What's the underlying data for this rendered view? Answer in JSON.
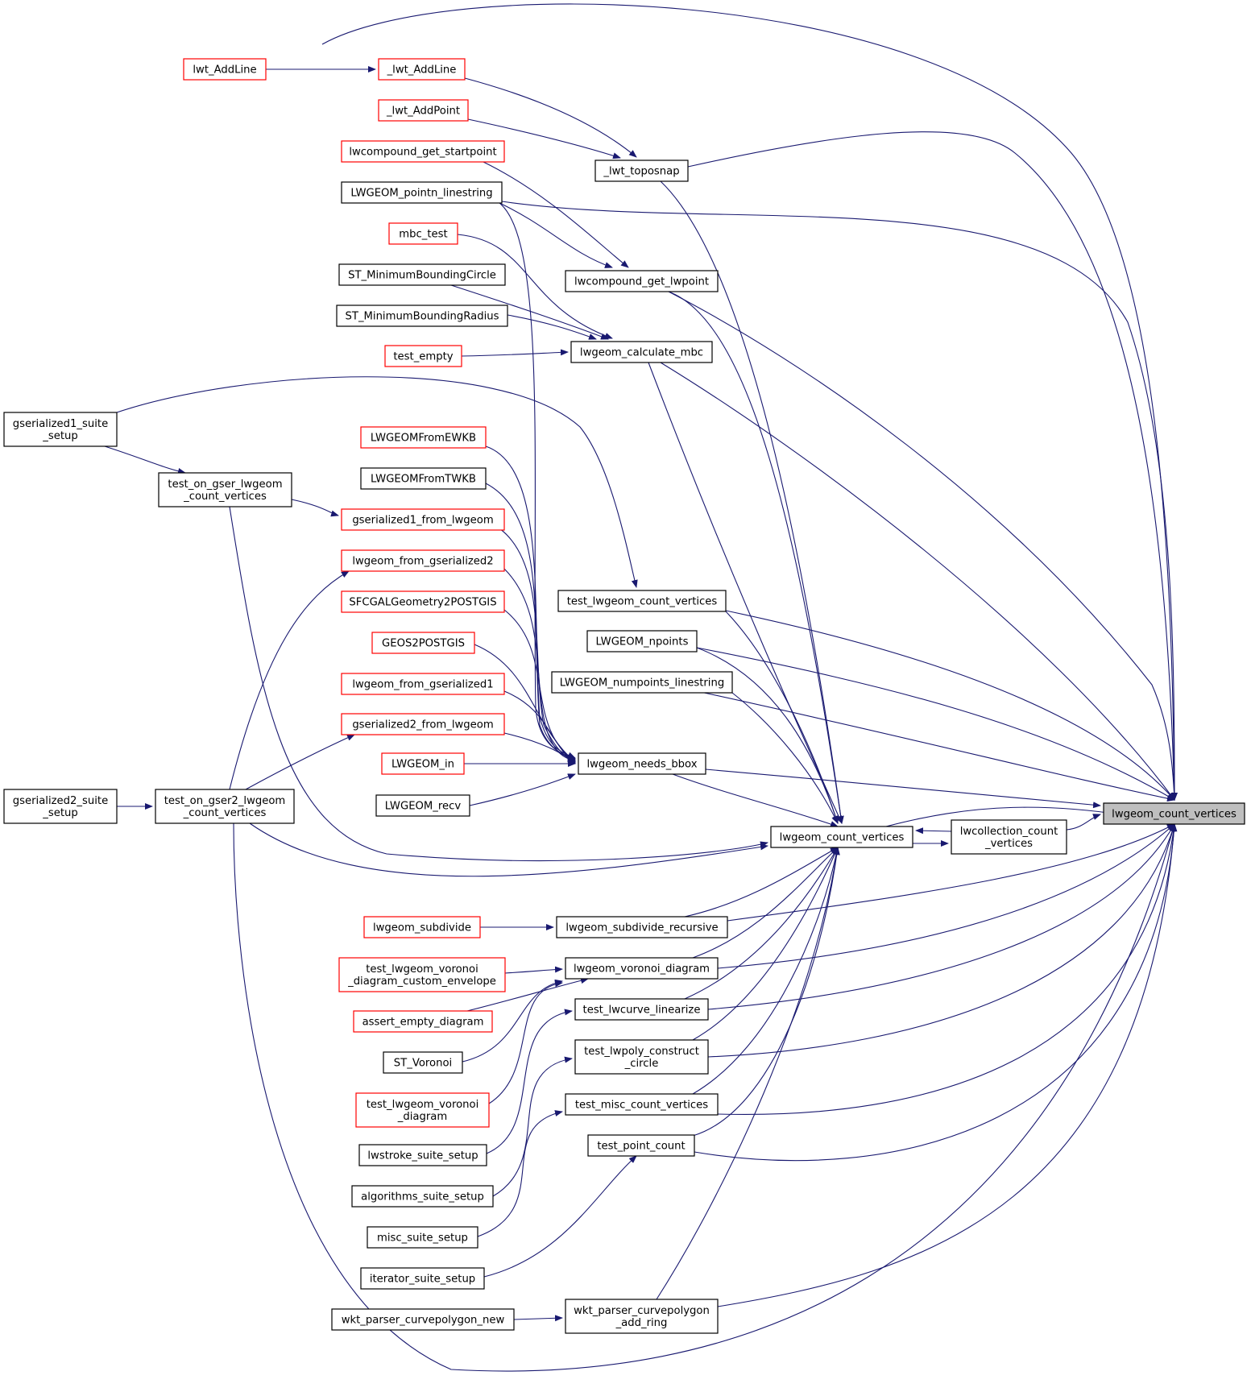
{
  "colors": {
    "edge": "#191970",
    "linked_border": "#ff0000",
    "plain_border": "#000000",
    "highlight_fill": "#bfbfbf"
  },
  "nodes": {
    "root": {
      "lines": [
        "lwgeom_count_vertices"
      ],
      "style": "highlight"
    },
    "lwgeom_count_vertices": {
      "lines": [
        "lwgeom_count_vertices"
      ],
      "style": "black"
    },
    "lwcollection_count_vertices": {
      "lines": [
        "lwcollection_count",
        "_vertices"
      ],
      "style": "black"
    },
    "lwt_toposnap": {
      "lines": [
        "_lwt_toposnap"
      ],
      "style": "black"
    },
    "lwt_AddLine_inner": {
      "lines": [
        "_lwt_AddLine"
      ],
      "style": "red"
    },
    "lwt_AddLine": {
      "lines": [
        "lwt_AddLine"
      ],
      "style": "red"
    },
    "lwt_AddPoint": {
      "lines": [
        "_lwt_AddPoint"
      ],
      "style": "red"
    },
    "lwcompound_get_startpoint": {
      "lines": [
        "lwcompound_get_startpoint"
      ],
      "style": "red"
    },
    "lwgeom_pointn_linestring": {
      "lines": [
        "LWGEOM_pointn_linestring"
      ],
      "style": "black"
    },
    "mbc_test": {
      "lines": [
        "mbc_test"
      ],
      "style": "red"
    },
    "st_minboundcircle": {
      "lines": [
        "ST_MinimumBoundingCircle"
      ],
      "style": "black"
    },
    "st_minboundradius": {
      "lines": [
        "ST_MinimumBoundingRadius"
      ],
      "style": "black"
    },
    "test_empty": {
      "lines": [
        "test_empty"
      ],
      "style": "red"
    },
    "lwcompound_get_lwpoint": {
      "lines": [
        "lwcompound_get_lwpoint"
      ],
      "style": "black"
    },
    "lwgeom_calculate_mbc": {
      "lines": [
        "lwgeom_calculate_mbc"
      ],
      "style": "black"
    },
    "gser1_suite_setup": {
      "lines": [
        "gserialized1_suite",
        "_setup"
      ],
      "style": "black"
    },
    "test_on_gser": {
      "lines": [
        "test_on_gser_lwgeom",
        "_count_vertices"
      ],
      "style": "black"
    },
    "lwgeomfromewkb": {
      "lines": [
        "LWGEOMFromEWKB"
      ],
      "style": "red"
    },
    "lwgeomfromtwkb": {
      "lines": [
        "LWGEOMFromTWKB"
      ],
      "style": "black"
    },
    "gser1_from_lwgeom": {
      "lines": [
        "gserialized1_from_lwgeom"
      ],
      "style": "red"
    },
    "lwgeom_from_gser2": {
      "lines": [
        "lwgeom_from_gserialized2"
      ],
      "style": "red"
    },
    "sfcgal2postgis": {
      "lines": [
        "SFCGALGeometry2POSTGIS"
      ],
      "style": "red"
    },
    "geos2postgis": {
      "lines": [
        "GEOS2POSTGIS"
      ],
      "style": "red"
    },
    "lwgeom_from_gser1": {
      "lines": [
        "lwgeom_from_gserialized1"
      ],
      "style": "red"
    },
    "gser2_from_lwgeom": {
      "lines": [
        "gserialized2_from_lwgeom"
      ],
      "style": "red"
    },
    "lwgeom_in": {
      "lines": [
        "LWGEOM_in"
      ],
      "style": "red"
    },
    "lwgeom_recv": {
      "lines": [
        "LWGEOM_recv"
      ],
      "style": "black"
    },
    "test_lwgeom_count_vertices": {
      "lines": [
        "test_lwgeom_count_vertices"
      ],
      "style": "black"
    },
    "lwgeom_npoints": {
      "lines": [
        "LWGEOM_npoints"
      ],
      "style": "black"
    },
    "lwgeom_numpoints_linestring": {
      "lines": [
        "LWGEOM_numpoints_linestring"
      ],
      "style": "black"
    },
    "lwgeom_needs_bbox": {
      "lines": [
        "lwgeom_needs_bbox"
      ],
      "style": "black"
    },
    "gser2_suite_setup": {
      "lines": [
        "gserialized2_suite",
        "_setup"
      ],
      "style": "black"
    },
    "test_on_gser2": {
      "lines": [
        "test_on_gser2_lwgeom",
        "_count_vertices"
      ],
      "style": "black"
    },
    "lwgeom_subdivide": {
      "lines": [
        "lwgeom_subdivide"
      ],
      "style": "red"
    },
    "lwgeom_subdivide_recursive": {
      "lines": [
        "lwgeom_subdivide_recursive"
      ],
      "style": "black"
    },
    "test_voronoi_custom": {
      "lines": [
        "test_lwgeom_voronoi",
        "_diagram_custom_envelope"
      ],
      "style": "red"
    },
    "lwgeom_voronoi_diagram": {
      "lines": [
        "lwgeom_voronoi_diagram"
      ],
      "style": "black"
    },
    "assert_empty_diagram": {
      "lines": [
        "assert_empty_diagram"
      ],
      "style": "red"
    },
    "st_voronoi": {
      "lines": [
        "ST_Voronoi"
      ],
      "style": "black"
    },
    "test_lwcurve_linearize": {
      "lines": [
        "test_lwcurve_linearize"
      ],
      "style": "black"
    },
    "test_lwpoly_construct_circle": {
      "lines": [
        "test_lwpoly_construct",
        "_circle"
      ],
      "style": "black"
    },
    "test_voronoi_diagram": {
      "lines": [
        "test_lwgeom_voronoi",
        "_diagram"
      ],
      "style": "red"
    },
    "test_misc_count_vertices": {
      "lines": [
        "test_misc_count_vertices"
      ],
      "style": "black"
    },
    "lwstroke_suite_setup": {
      "lines": [
        "lwstroke_suite_setup"
      ],
      "style": "black"
    },
    "algorithms_suite_setup": {
      "lines": [
        "algorithms_suite_setup"
      ],
      "style": "black"
    },
    "test_point_count": {
      "lines": [
        "test_point_count"
      ],
      "style": "black"
    },
    "misc_suite_setup": {
      "lines": [
        "misc_suite_setup"
      ],
      "style": "black"
    },
    "iterator_suite_setup": {
      "lines": [
        "iterator_suite_setup"
      ],
      "style": "black"
    },
    "wkt_parser_cp_add_ring": {
      "lines": [
        "wkt_parser_curvepolygon",
        "_add_ring"
      ],
      "style": "black"
    },
    "wkt_parser_cp_new": {
      "lines": [
        "wkt_parser_curvepolygon_new"
      ],
      "style": "black"
    }
  }
}
